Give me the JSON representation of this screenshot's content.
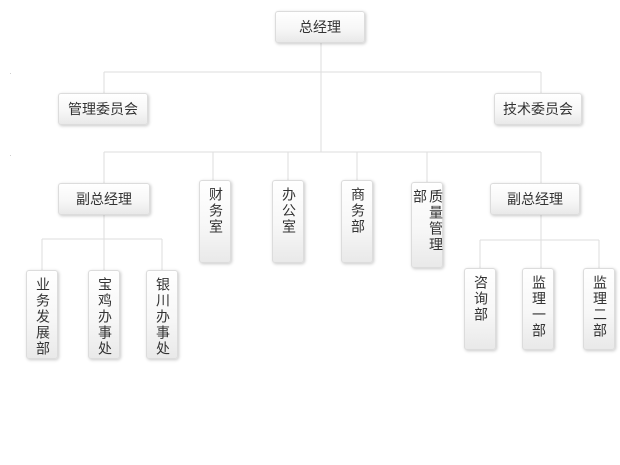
{
  "org": {
    "root": "总经理",
    "committees": {
      "management": "管理委员会",
      "technical": "技术委员会"
    },
    "level2": {
      "vp_left": "副总经理",
      "finance": "财务室",
      "office": "办公室",
      "commerce": "商务部",
      "quality": "质量管理部",
      "vp_right": "副总经理"
    },
    "left_units": {
      "business_dev": "业务发展部",
      "baoji_office": "宝鸡办事处",
      "yinchuan_office": "银川办事处"
    },
    "right_units": {
      "consulting": "咨询部",
      "supervision_1": "监理一部",
      "supervision_2": "监理二部"
    }
  }
}
